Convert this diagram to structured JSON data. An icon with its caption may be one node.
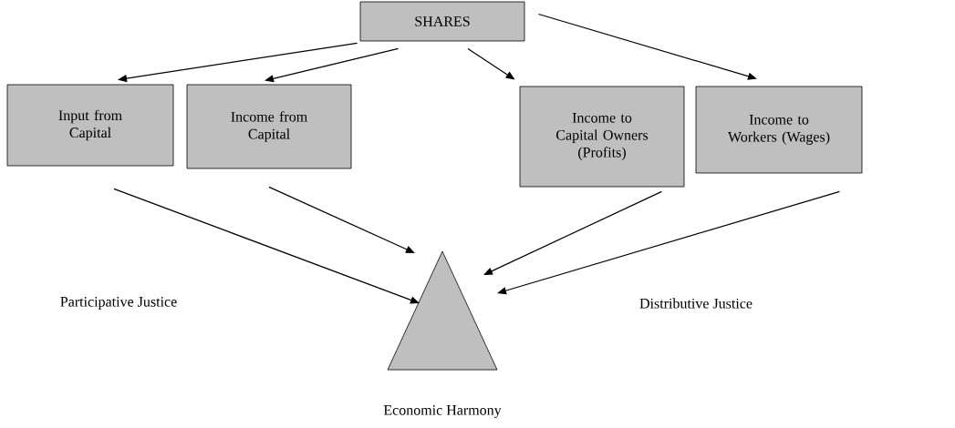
{
  "diagram": {
    "nodes": [
      {
        "text": [
          "SHARES"
        ]
      },
      {
        "text": [
          "Input from Capital"
        ]
      },
      {
        "text": [
          "Income from Capital"
        ]
      },
      {
        "text": [
          "Income to Capital Owners (Profits)"
        ]
      },
      {
        "text": [
          "Income to Workers (Wages)"
        ]
      },
      {
        "text": [],
        "shape": "triangle",
        "beside": [
          "Economic Harmony"
        ]
      }
    ],
    "edges": [
      {
        "from": 0,
        "to": 1,
        "arrow": "to"
      },
      {
        "from": 0,
        "to": 2,
        "arrow": "to"
      },
      {
        "from": 0,
        "to": 3,
        "arrow": "to"
      },
      {
        "from": 0,
        "to": 4,
        "arrow": "to"
      },
      {
        "from": 1,
        "to": 5,
        "arrow": "to"
      },
      {
        "from": 2,
        "to": 5,
        "arrow": "to"
      },
      {
        "from": 3,
        "to": 5,
        "arrow": "to"
      },
      {
        "from": 4,
        "to": 5,
        "arrow": "to"
      }
    ],
    "labels": [
      "Participative Justice",
      "Distributive Justice"
    ]
  }
}
